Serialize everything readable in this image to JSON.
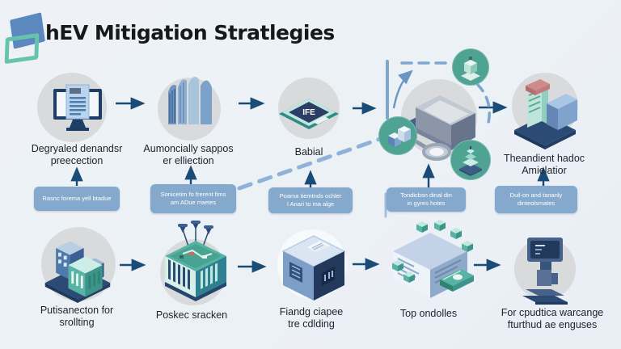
{
  "title": {
    "text": "hEV Mitigation Stratlegies"
  },
  "colors": {
    "background": "#edf1f6",
    "arrow": "#1b4b77",
    "banner_fill": "#84a9cd",
    "banner_text": "#ffffff",
    "dashed_line": "#8fb3d8",
    "green_circle": "#4fa392",
    "gray_circle": "#d9dadc",
    "title_text": "#17181a",
    "logo_blue": "#5c88c0",
    "logo_teal": "#66c3ad"
  },
  "row1": {
    "items": [
      {
        "icon": "monitor-document-icon",
        "l1": "Degryaled denandsr",
        "l2": "preecection"
      },
      {
        "icon": "finned-stack-icon",
        "l1": "Aumoncially sappos",
        "l2": "er elliection"
      },
      {
        "icon": "chip-icon",
        "l1": "Babial",
        "l2": "",
        "chip_glyph": "IFE"
      },
      {
        "icon": "machine-hub-icon",
        "l1": "",
        "l2": ""
      },
      {
        "icon": "server-tower-icon",
        "l1": "Theandient hadoc",
        "l2": "Amielatior"
      }
    ]
  },
  "banners": [
    {
      "l1": "Rasnc forema yell btadue",
      "l2": ""
    },
    {
      "l1": "Sonicetim fo frerent fims",
      "l2": "am ADue rraetes"
    },
    {
      "l1": "Poama tiemtnds ochler",
      "l2": "I Anari to ma alge"
    },
    {
      "l1": "Tondicbsn dinal din",
      "l2": "in gyres hotes"
    },
    {
      "l1": "Duil-on and tananly",
      "l2": "dinteolsmates"
    }
  ],
  "row2": {
    "items": [
      {
        "icon": "buildings-icon",
        "l1": "Putisanecton for",
        "l2": "srollting"
      },
      {
        "icon": "circuit-cube-icon",
        "l1": "Poskec sracken",
        "l2": ""
      },
      {
        "icon": "blue-cube-icon",
        "l1": "Fiandg ciapee",
        "l2": "tre cdlding"
      },
      {
        "icon": "document-cube-icon",
        "l1": "Top ondolles",
        "l2": ""
      },
      {
        "icon": "scanner-icon",
        "l1": "For cpudtica warcange",
        "l2": "fturthud ae enguses"
      }
    ]
  }
}
